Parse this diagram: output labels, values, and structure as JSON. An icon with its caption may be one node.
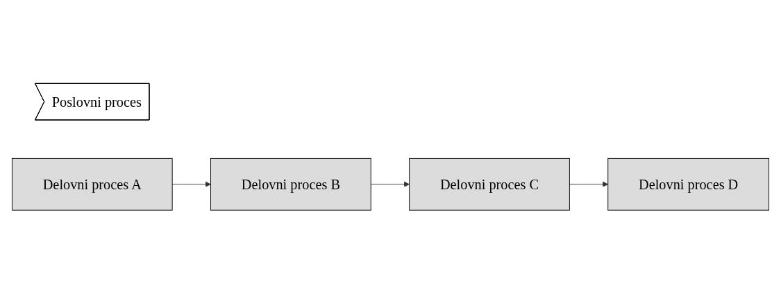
{
  "diagram": {
    "nodes": [
      {
        "text": [
          "Poslovni proces"
        ]
      },
      {
        "text": [
          "Delovni proces A"
        ]
      },
      {
        "text": [
          "Delovni proces B"
        ]
      },
      {
        "text": [
          "Delovni proces C"
        ]
      },
      {
        "text": [
          "Delovni proces D"
        ]
      }
    ],
    "edges": [
      {
        "from": 1,
        "to": 2,
        "arrow": "to"
      },
      {
        "from": 2,
        "to": 3,
        "arrow": "to"
      },
      {
        "from": 3,
        "to": 4,
        "arrow": "to"
      }
    ]
  }
}
